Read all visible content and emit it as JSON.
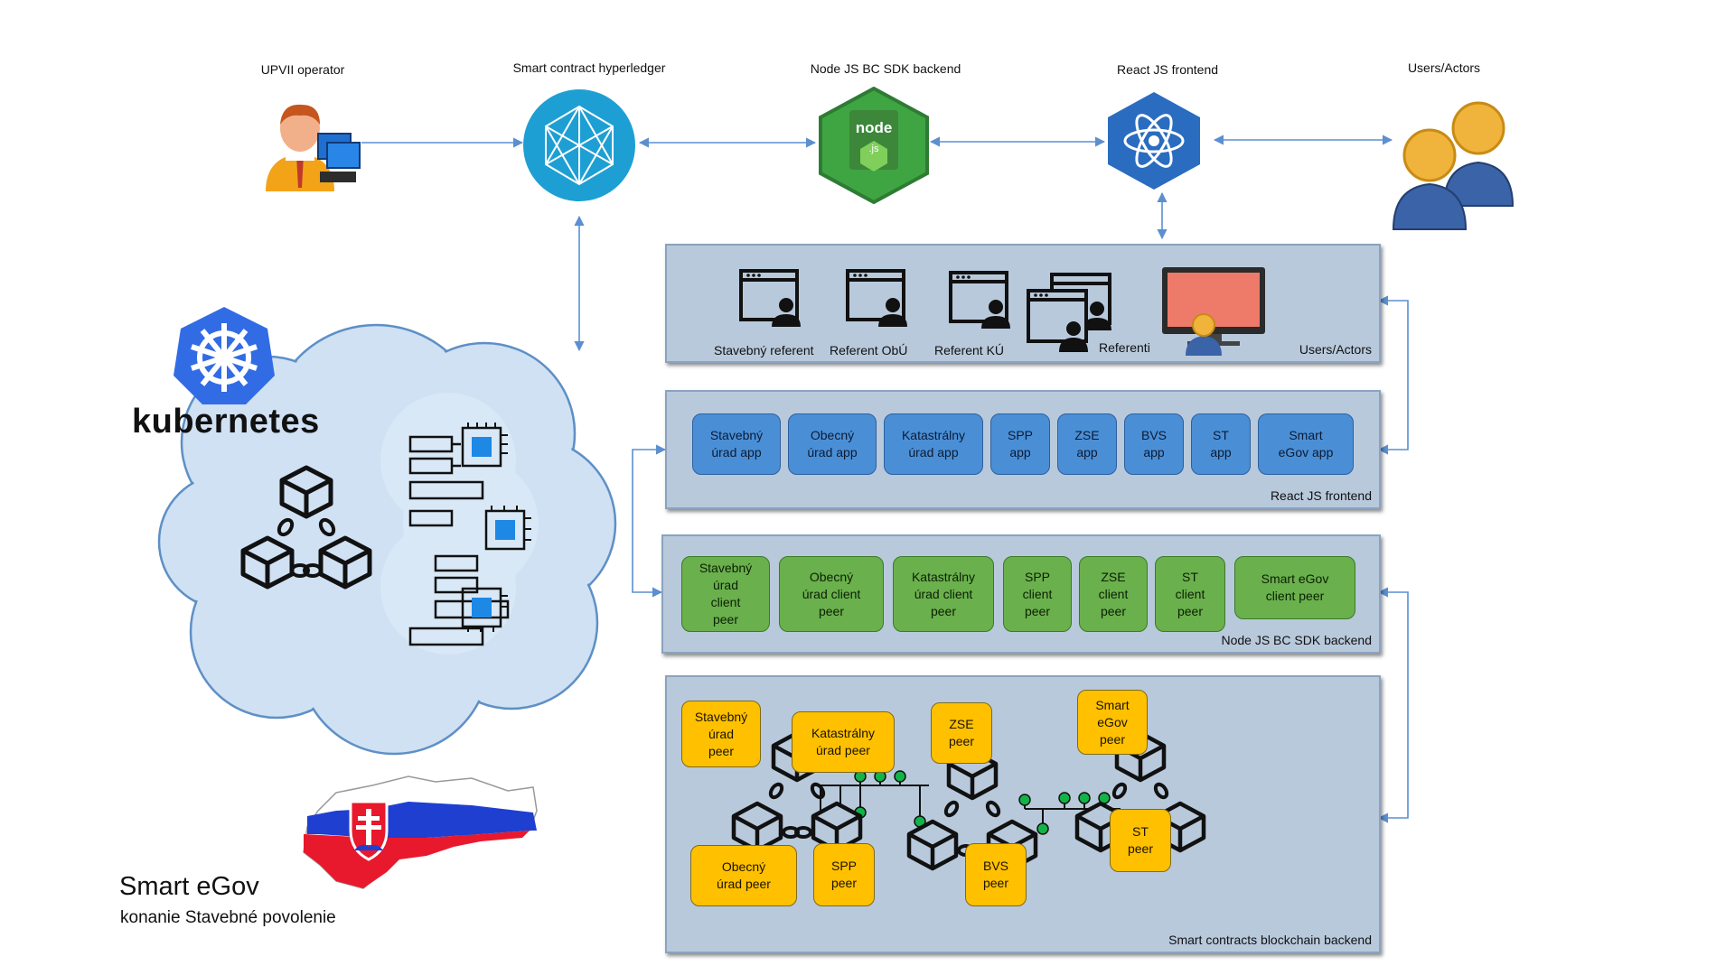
{
  "top": {
    "operator_label": "UPVII operator",
    "hyperledger_label": "Smart contract hyperledger",
    "node_label": "Node JS BC SDK backend",
    "react_label": "React JS frontend",
    "users_label": "Users/Actors",
    "node_logo_text": "node",
    "node_logo_js": ".js"
  },
  "kubernetes": {
    "logo_text": "kubernetes"
  },
  "brand": {
    "title": "Smart eGov",
    "subtitle": "konanie Stavebné povolenie"
  },
  "users_panel": {
    "title": "Users/Actors",
    "labels": [
      "Stavebný referent",
      "Referent ObÚ",
      "Referent KÚ",
      "Referenti"
    ]
  },
  "react_panel": {
    "title": "React JS frontend",
    "apps": [
      "Stavebný\núrad app",
      "Obecný\núrad app",
      "Katastrálny\núrad app",
      "SPP\napp",
      "ZSE\napp",
      "BVS\napp",
      "ST\napp",
      "Smart\neGov app"
    ]
  },
  "node_panel": {
    "title": "Node JS BC SDK backend",
    "peers": [
      "Stavebný\núrad\nclient\npeer",
      "Obecný\núrad client\npeer",
      "Katastrálny\núrad client\npeer",
      "SPP\nclient\npeer",
      "ZSE\nclient\npeer",
      "ST\nclient\npeer",
      "Smart eGov\nclient peer"
    ]
  },
  "chain_panel": {
    "title": "Smart contracts blockchain backend",
    "peers": {
      "stavebny": "Stavebný\núrad\npeer",
      "katastralny": "Katastrálny\núrad peer",
      "zse": "ZSE\npeer",
      "smart": "Smart\neGov\npeer",
      "obecny": "Obecný\núrad peer",
      "spp": "SPP\npeer",
      "bvs": "BVS\npeer",
      "st": "ST\npeer"
    }
  },
  "colors": {
    "panel_bg": "#b8c9dc",
    "app_blue": "#4a8fd6",
    "client_green": "#6ab04c",
    "peer_yellow": "#ffc000",
    "connector": "#5b8fd0",
    "hyperledger": "#1e9fd4",
    "node_green": "#3ea542",
    "react_blue": "#2a6cc0",
    "k8s_blue": "#326ce5",
    "cloud": "#cfe1f3"
  },
  "icons": [
    "operator-icon",
    "hyperledger-icon",
    "nodejs-icon",
    "react-icon",
    "users-icon",
    "kubernetes-icon",
    "blockchain-icon",
    "processor-icon",
    "slovakia-map-icon",
    "slovak-flag-icon",
    "window-user-icon",
    "monitor-user-icon"
  ]
}
